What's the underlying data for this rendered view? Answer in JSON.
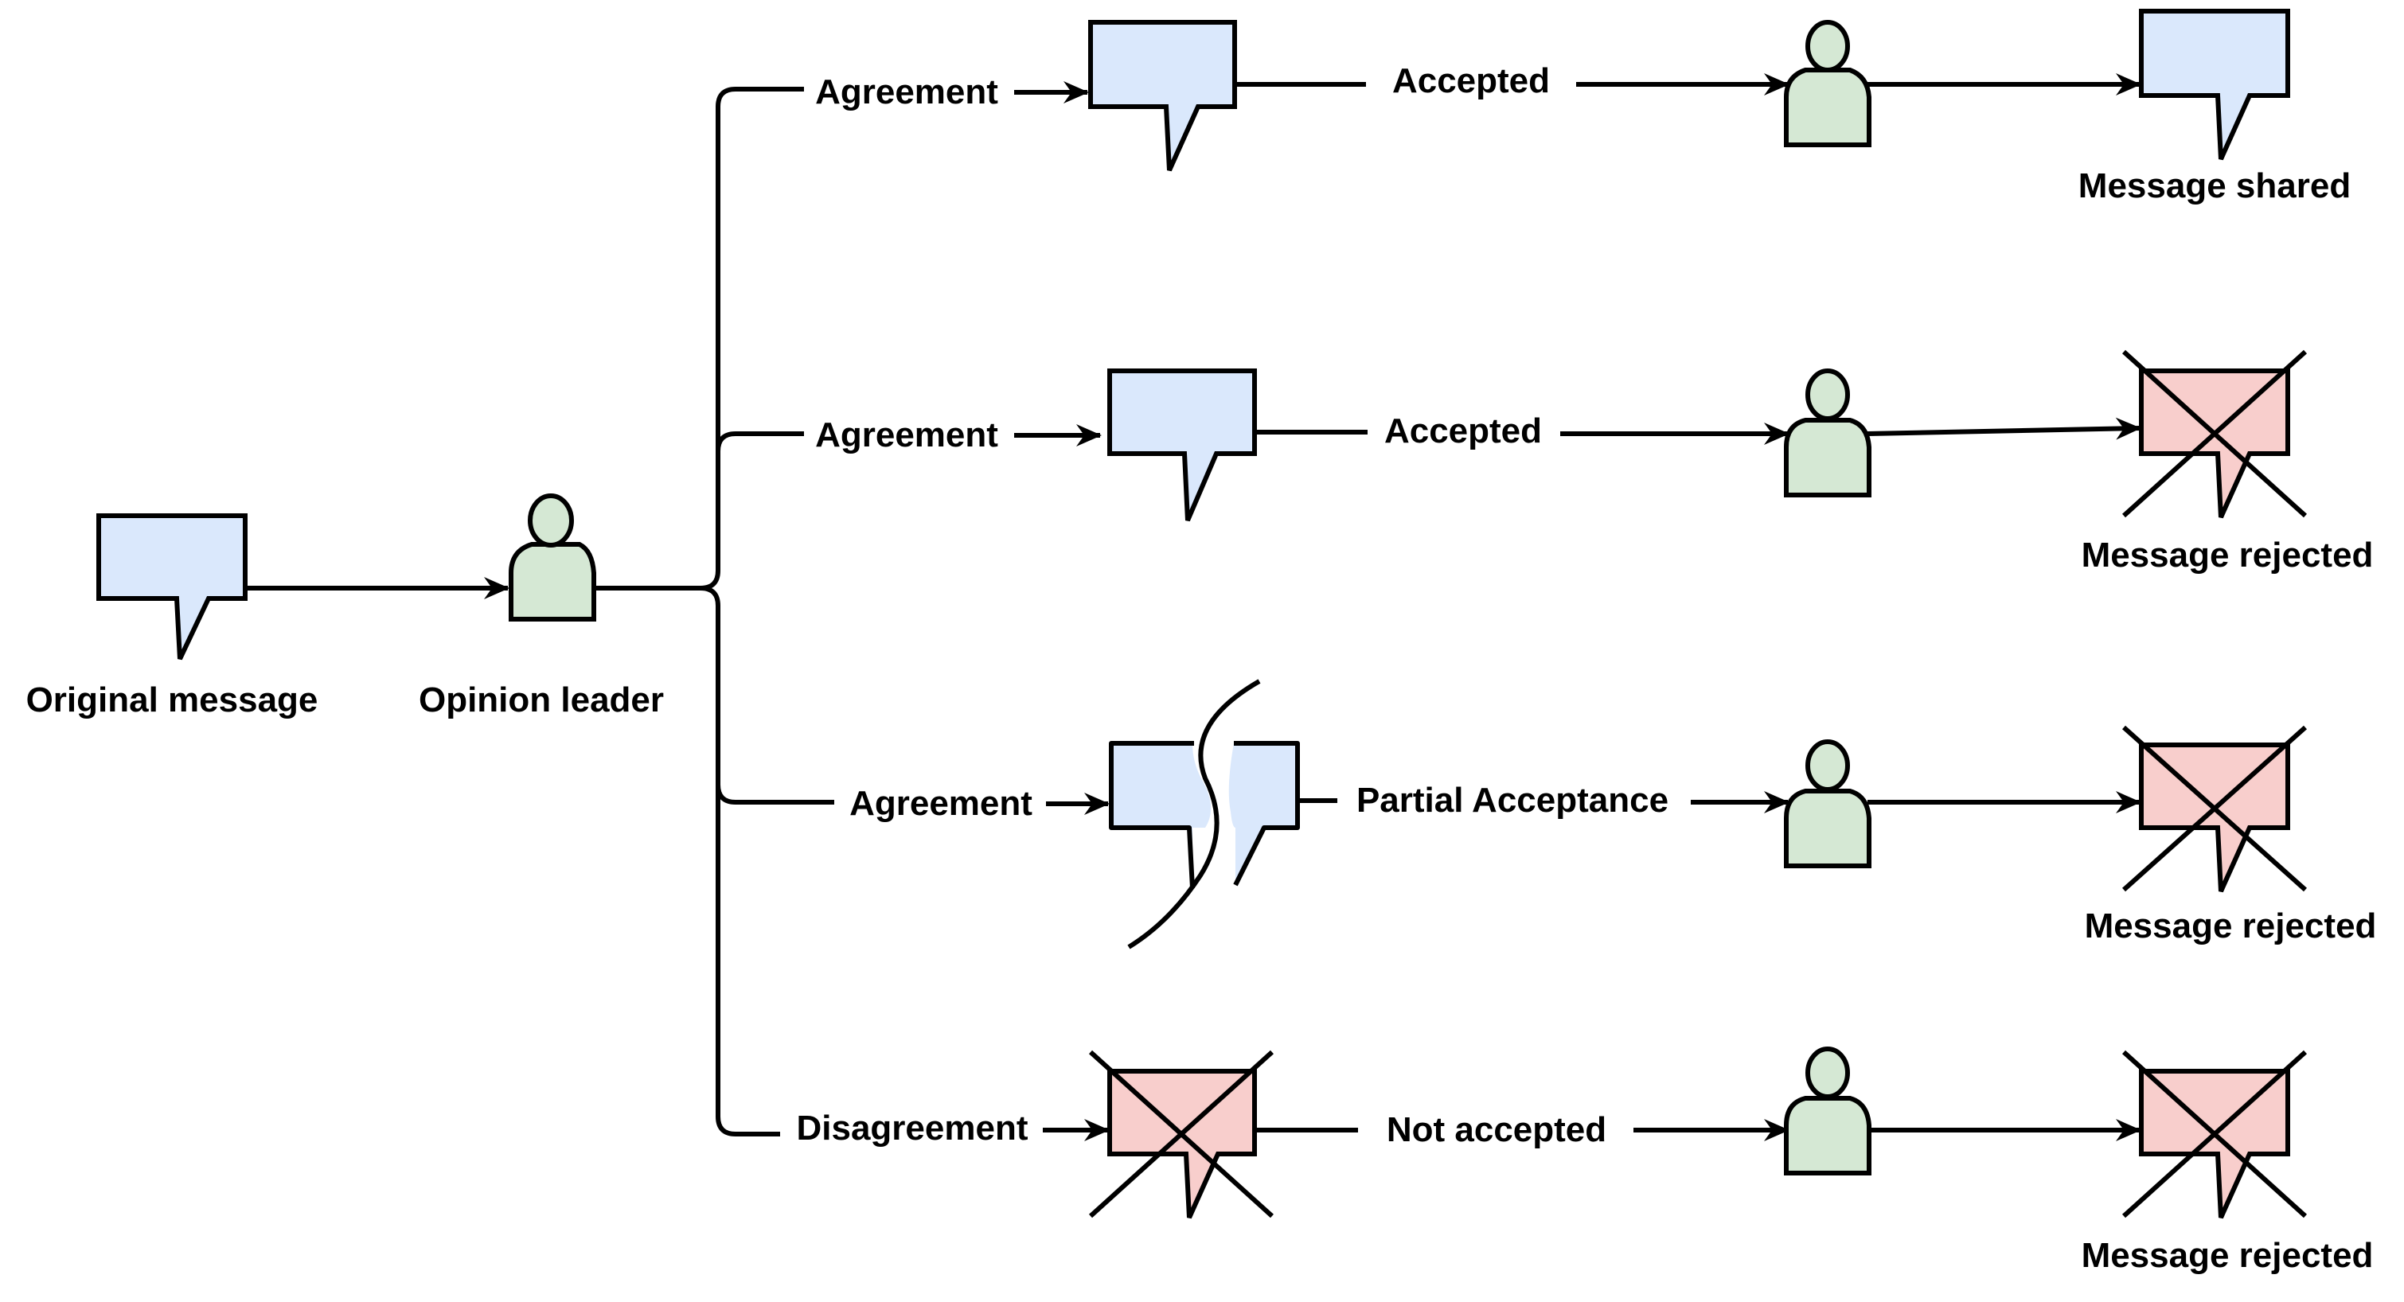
{
  "colors": {
    "message_fill": "#dae8fc",
    "rejected_fill": "#f8cecc",
    "person_fill": "#d5e8d4",
    "stroke": "#000000"
  },
  "source": {
    "message_label": "Original message",
    "leader_label": "Opinion leader"
  },
  "branches": [
    {
      "edge_label": "Agreement",
      "reception_label": "Accepted",
      "outcome_label": "Message shared"
    },
    {
      "edge_label": "Agreement",
      "reception_label": "Accepted",
      "outcome_label": "Message rejected"
    },
    {
      "edge_label": "Agreement",
      "reception_label": "Partial Acceptance",
      "outcome_label": "Message rejected"
    },
    {
      "edge_label": "Disagreement",
      "reception_label": "Not accepted",
      "outcome_label": "Message rejected"
    }
  ]
}
